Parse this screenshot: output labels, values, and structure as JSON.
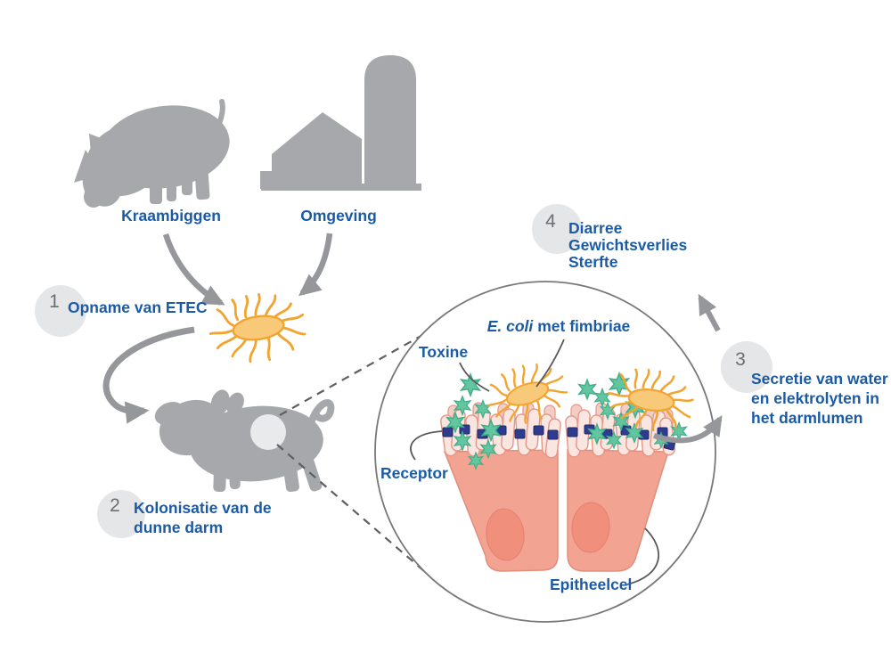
{
  "diagram": {
    "sources": [
      {
        "label": "Kraambiggen"
      },
      {
        "label": "Omgeving"
      }
    ],
    "steps": [
      {
        "number": "1",
        "lines": [
          "Opname van ETEC"
        ]
      },
      {
        "number": "2",
        "lines": [
          "Kolonisatie van de",
          "dunne darm"
        ]
      },
      {
        "number": "3",
        "lines": [
          "Secretie van water",
          "en elektrolyten in",
          "het darmlumen"
        ]
      },
      {
        "number": "4",
        "lines": [
          "Diarree",
          "Gewichtsverlies",
          "Sterfte"
        ]
      }
    ],
    "inset": {
      "ecoli_label_italic": "E. coli",
      "ecoli_label_rest": "met fimbriae",
      "toxin_label": "Toxine",
      "receptor_label": "Receptor",
      "epithelial_cell_label": "Epitheelcel"
    },
    "colors": {
      "label_blue": "#1B5BA6",
      "silhouette_gray": "#A6A8AB",
      "arrow_gray": "#95979A",
      "step_circle_gray": "#E5E6E7",
      "step_number_gray": "#6D6E71",
      "bacterium_body": "#F8C979",
      "bacterium_outline": "#F2A431",
      "toxin_green": "#63C6A0",
      "receptor_navy": "#2E3C90",
      "cell_salmon": "#F2A392",
      "cell_nucleus": "#EF8F7C",
      "microvilli_pink": "#FAE5E1"
    }
  }
}
